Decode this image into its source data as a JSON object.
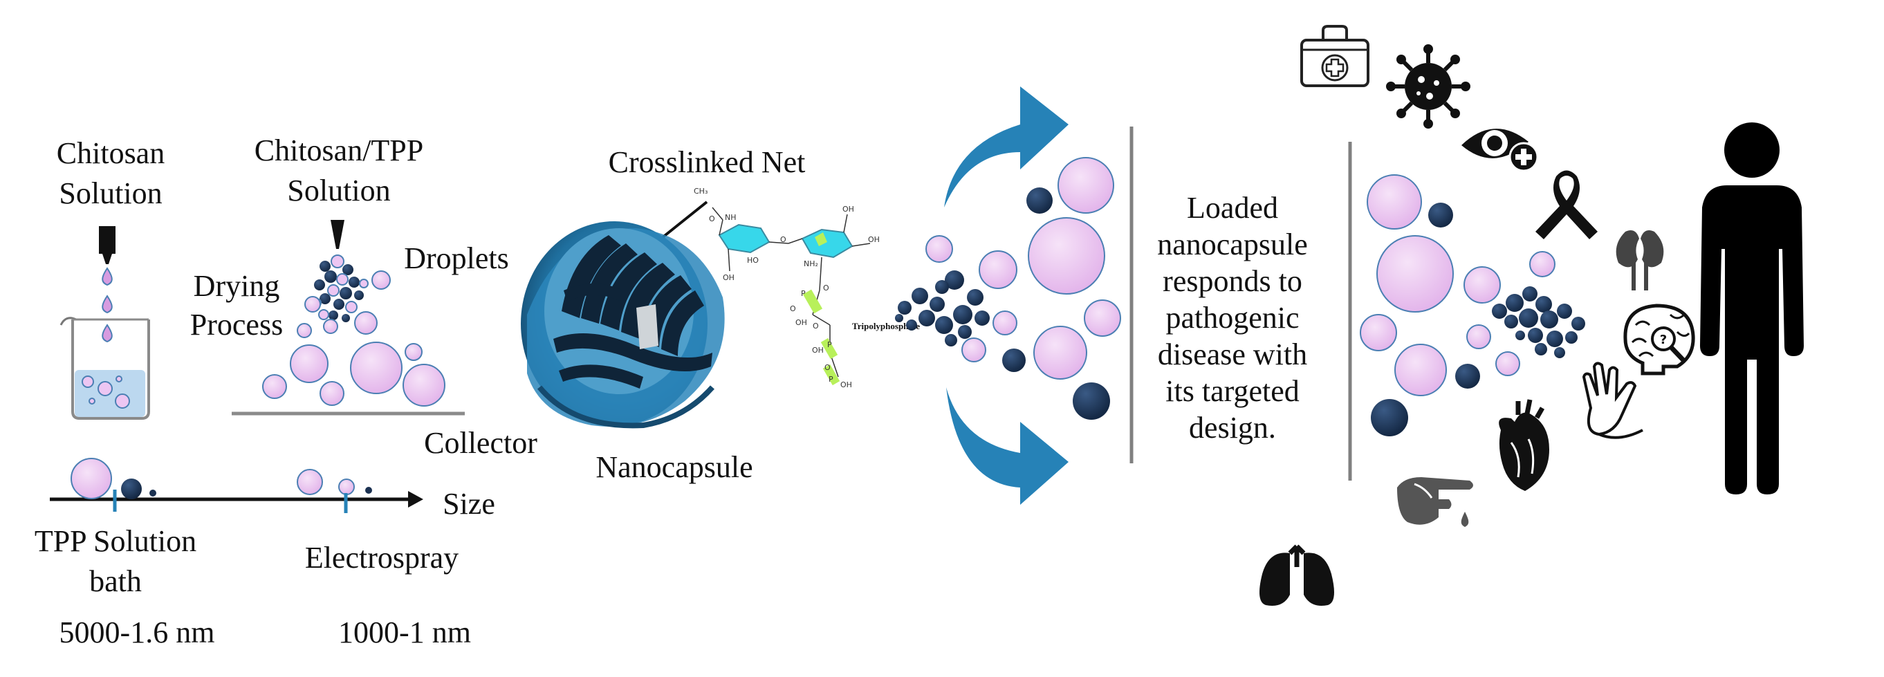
{
  "left_panel": {
    "chitosan_solution": [
      "Chitosan",
      "Solution"
    ],
    "chitosan_tpp_solution": [
      "Chitosan/TPP",
      "Solution"
    ],
    "droplets": "Droplets",
    "drying_process": [
      "Drying",
      "Process"
    ],
    "collector": "Collector",
    "size_axis": "Size",
    "tpp_bath": [
      "TPP Solution",
      "bath"
    ],
    "electrospray": "Electrospray",
    "tpp_range": "5000-1.6 nm",
    "electrospray_range": "1000-1 nm"
  },
  "middle_panel": {
    "crosslinked_net": "Crosslinked Net",
    "nanocapsule": "Nanocapsule",
    "tripolyphosphate": "Tripolyphosphate",
    "molecule_letters": [
      "CH₃",
      "NH",
      "O",
      "OH",
      "HO",
      "O",
      "OH",
      "NH₂",
      "OH",
      "O",
      "P",
      "O",
      "OH",
      "O",
      "P",
      "OH",
      "O",
      "P",
      "OH"
    ]
  },
  "center_text": {
    "lines": [
      "Loaded",
      "nanocapsule",
      "responds to",
      "pathogenic",
      "disease with",
      "its targeted",
      "design."
    ]
  },
  "icons": [
    "first-aid-kit-icon",
    "virus-icon",
    "eye-plus-icon",
    "awareness-ribbon-icon",
    "kidneys-icon",
    "brain-question-icon",
    "hand-icon",
    "heart-icon",
    "finger-drop-icon",
    "lungs-icon",
    "person-icon"
  ],
  "colors": {
    "capsule_fill": "#ecc6f2",
    "capsule_stroke": "#4b7fb3",
    "dark_particle": "#1b3151",
    "arrow_blue": "#2682b7",
    "divider": "#808080",
    "solution_blue": "#bcd8ef"
  }
}
